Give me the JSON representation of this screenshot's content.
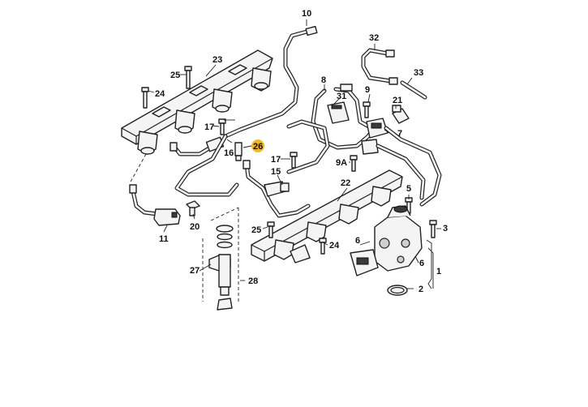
{
  "labels": {
    "l1": "1",
    "l2": "2",
    "l3": "3",
    "l5": "5",
    "l6a": "6",
    "l6b": "6",
    "l7": "7",
    "l8": "8",
    "l9": "9",
    "l9a": "9A",
    "l10": "10",
    "l11": "11",
    "l15": "15",
    "l16": "16",
    "l17a": "17",
    "l17b": "17",
    "l20": "20",
    "l21": "21",
    "l22": "22",
    "l23": "23",
    "l24a": "24",
    "l24b": "24",
    "l25a": "25",
    "l25b": "25",
    "l26": "26",
    "l27": "27",
    "l28": "28",
    "l31": "31",
    "l32": "32",
    "l33": "33"
  },
  "highlight": {
    "part": "26",
    "color": "#f2b630"
  }
}
